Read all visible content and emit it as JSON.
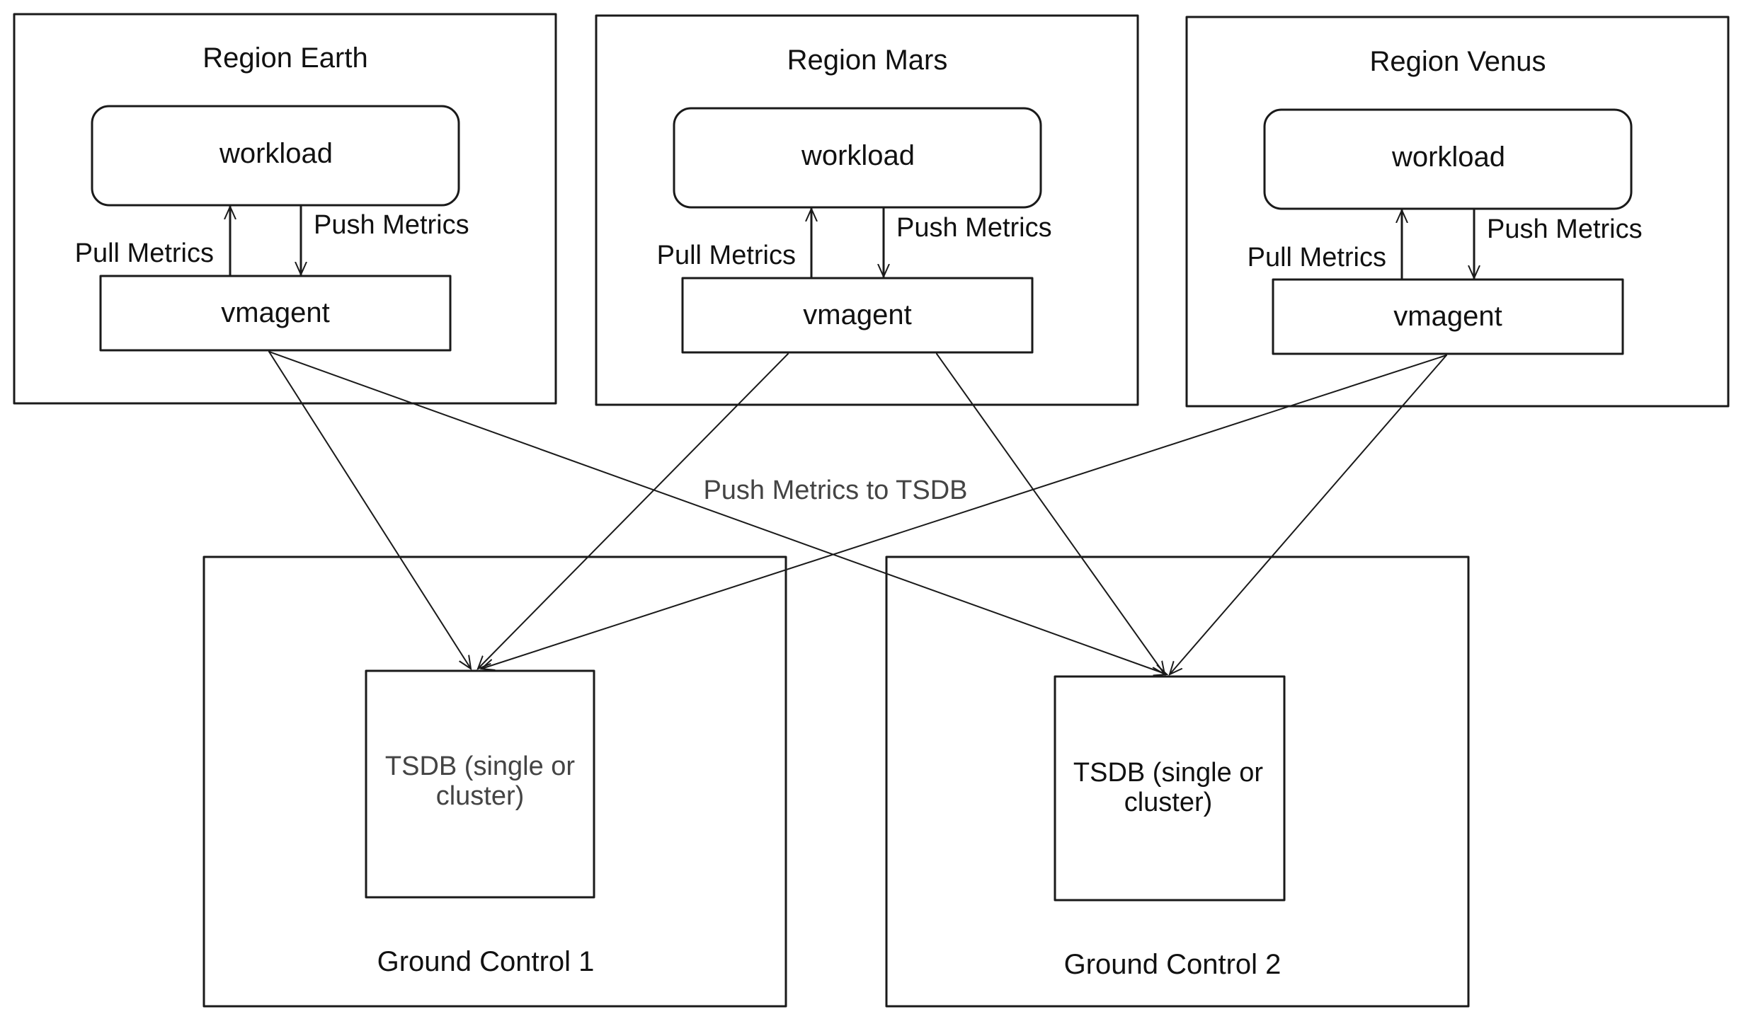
{
  "regions": [
    {
      "title": "Region Earth",
      "workload": "workload",
      "agent": "vmagent",
      "pull_label": "Pull Metrics",
      "push_label": "Push Metrics"
    },
    {
      "title": "Region Mars",
      "workload": "workload",
      "agent": "vmagent",
      "pull_label": "Pull Metrics",
      "push_label": "Push Metrics"
    },
    {
      "title": "Region Venus",
      "workload": "workload",
      "agent": "vmagent",
      "pull_label": "Pull Metrics",
      "push_label": "Push Metrics"
    }
  ],
  "center_label": "Push Metrics to TSDB",
  "ground_controls": [
    {
      "title": "Ground Control 1",
      "tsdb_line1": "TSDB (single or",
      "tsdb_line2": "cluster)"
    },
    {
      "title": "Ground Control 2",
      "tsdb_line1": "TSDB (single or",
      "tsdb_line2": "cluster)"
    }
  ]
}
